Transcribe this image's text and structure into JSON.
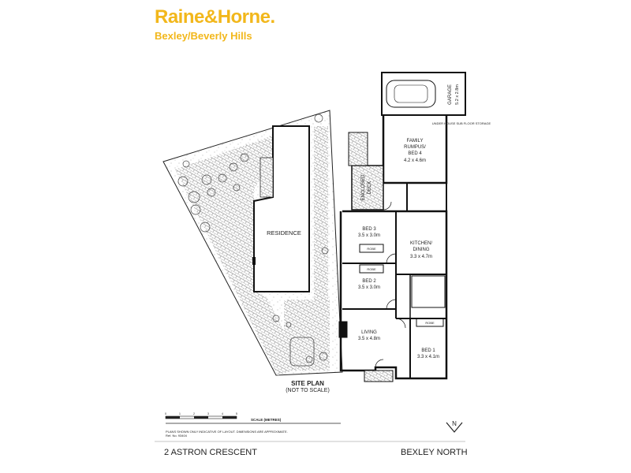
{
  "brand": {
    "name": "Raine&Horne.",
    "office": "Bexley/Beverly Hills",
    "color": "#f2b71b"
  },
  "site_plan": {
    "residence": "RESIDENCE",
    "title": "SITE PLAN",
    "note": "(NOT TO SCALE)"
  },
  "rooms": {
    "garage_name": "GARAGE",
    "garage_dim": "5.2 x 2.8m",
    "storage": "UNDER HOUSE SUB FLOOR STORAGE",
    "rumpus_name1": "FAMILY",
    "rumpus_name2": "RUMPUS/",
    "rumpus_name3": "BED 4",
    "rumpus_dim": "4.2 x 4.6m",
    "deck1": "ENCLOSED",
    "deck2": "DECK",
    "bed3_name": "BED 3",
    "bed3_dim": "3.5 x 3.0m",
    "kitchen_name1": "KITCHEN/",
    "kitchen_name2": "DINING",
    "kitchen_dim": "3.3 x 4.7m",
    "robe": "ROBE",
    "bed2_name": "BED 2",
    "bed2_dim": "3.5 x 3.0m",
    "living_name": "LIVING",
    "living_dim": "3.5 x 4.8m",
    "bed1_name": "BED 1",
    "bed1_dim": "3.3 x 4.1m"
  },
  "scale": {
    "label": "SCALE (METRES)",
    "ticks": [
      "0",
      "1",
      "2",
      "3",
      "4",
      "5"
    ]
  },
  "disclaimer": "PLANS SHOWN ONLY INDICATIVE OF LAYOUT. DIMENSIONS ARE APPROXIMATE.",
  "ref": "Ref. No. 93404",
  "compass": "N",
  "address": "2 ASTRON CRESCENT",
  "suburb": "BEXLEY NORTH"
}
